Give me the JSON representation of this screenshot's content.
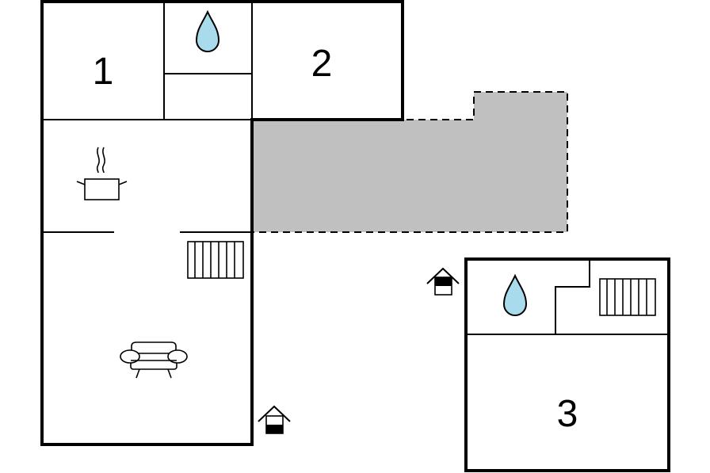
{
  "rooms": {
    "bedroom_1": {
      "number": "1"
    },
    "bedroom_2": {
      "number": "2"
    },
    "bedroom_3": {
      "number": "3"
    }
  },
  "icons": {
    "water": "water-drop-icon",
    "kitchen": "cooking-pot-icon",
    "stove": "wood-stove-icon",
    "living": "sofa-icon",
    "entrance": "entrance-house-icon"
  },
  "colors": {
    "walls": "#000000",
    "terrace_fill": "#c0c0c0",
    "water": "#a8dcec"
  }
}
